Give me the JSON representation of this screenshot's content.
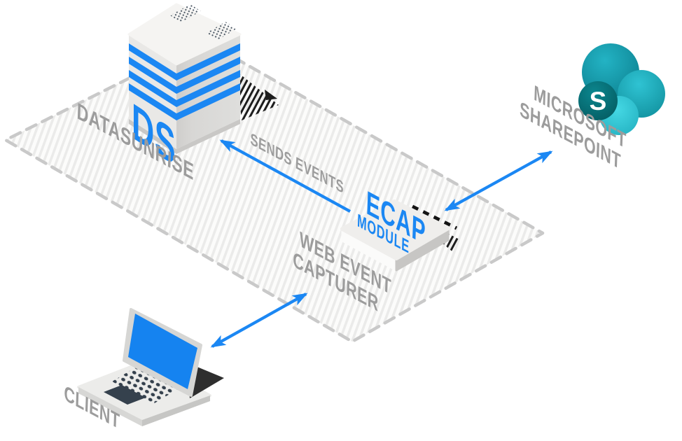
{
  "nodes": {
    "datasunrise": {
      "badge": "DS",
      "label": "DATASUNRISE"
    },
    "ecap_module": {
      "name_line1": "ECAP",
      "name_line2": "MODULE",
      "caption_line1": "WEB EVENT",
      "caption_line2": "CAPTURER"
    },
    "sharepoint": {
      "label_line1": "MICROSOFT",
      "label_line2": "SHAREPOINT",
      "badge": "S"
    },
    "client": {
      "label": "CLIENT"
    }
  },
  "connections": {
    "ecap_to_datasunrise": {
      "label": "SENDS EVENTS",
      "type": "one-way"
    },
    "ecap_to_sharepoint": {
      "type": "two-way"
    },
    "client_to_ecap": {
      "type": "two-way"
    }
  },
  "colors": {
    "accent_blue": "#1b87f3",
    "label_gray": "#9c9c9c",
    "platform_stripe": "#ebebea",
    "dash_border": "#c9c9c9",
    "sharepoint_teal_dark": "#05686f",
    "sharepoint_teal_mid": "#139aa8",
    "sharepoint_teal_light": "#38d0de"
  }
}
